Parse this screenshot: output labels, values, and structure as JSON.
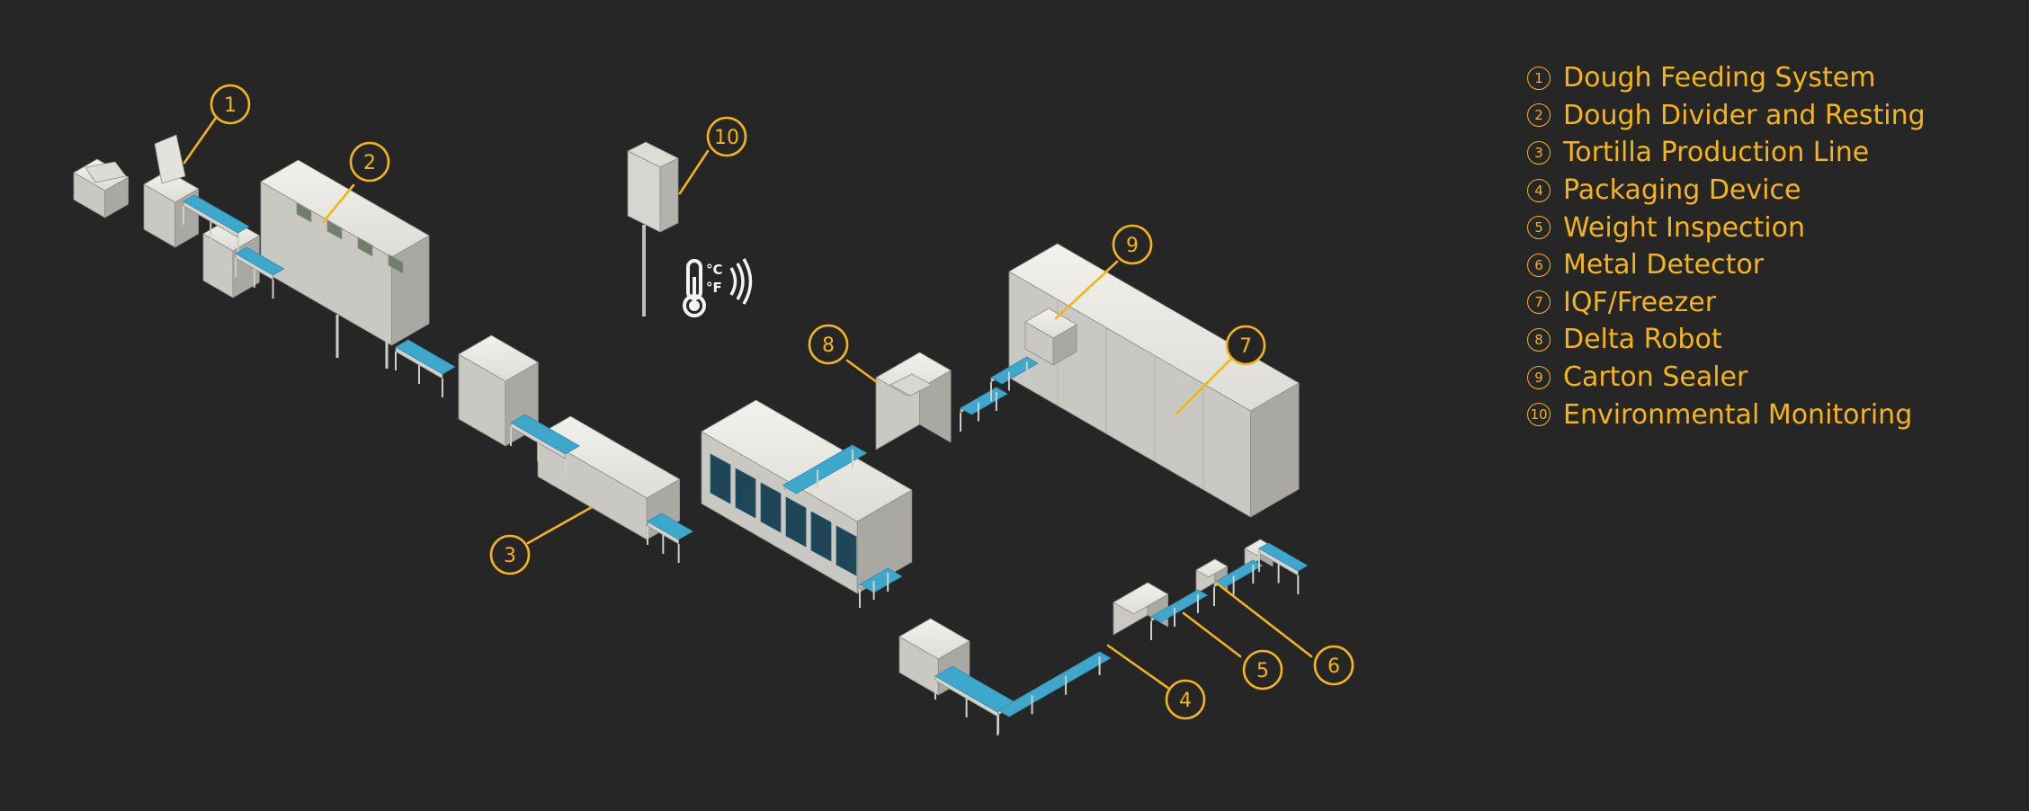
{
  "colors": {
    "background": "#262626",
    "accent": "#f4b41a",
    "conveyor": "#3ea8cc",
    "machine": "#ecebe6",
    "machine_shade": "#c9c8c2",
    "machine_dark": "#a9a8a2"
  },
  "callouts": [
    {
      "number": "1"
    },
    {
      "number": "2"
    },
    {
      "number": "3"
    },
    {
      "number": "4"
    },
    {
      "number": "5"
    },
    {
      "number": "6"
    },
    {
      "number": "7"
    },
    {
      "number": "8"
    },
    {
      "number": "9"
    },
    {
      "number": "10"
    }
  ],
  "legend": [
    {
      "number": "1",
      "label": "Dough Feeding System"
    },
    {
      "number": "2",
      "label": "Dough Divider and Resting"
    },
    {
      "number": "3",
      "label": "Tortilla Production Line"
    },
    {
      "number": "4",
      "label": "Packaging Device"
    },
    {
      "number": "5",
      "label": "Weight Inspection"
    },
    {
      "number": "6",
      "label": "Metal Detector"
    },
    {
      "number": "7",
      "label": "IQF/Freezer"
    },
    {
      "number": "8",
      "label": "Delta Robot"
    },
    {
      "number": "9",
      "label": "Carton Sealer"
    },
    {
      "number": "10",
      "label": "Environmental Monitoring"
    }
  ],
  "sensor": {
    "icon": "thermometer-wireless-icon",
    "unit_c": "°C",
    "unit_f": "°F"
  }
}
